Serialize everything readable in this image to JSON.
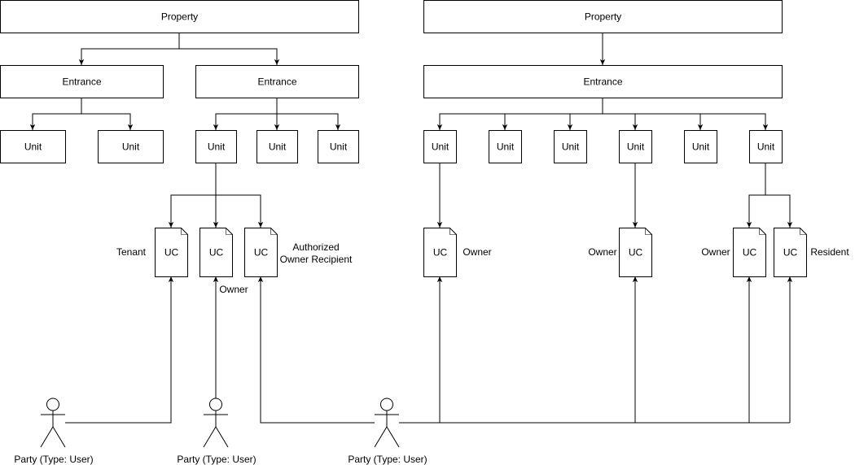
{
  "nodes": {
    "p1": "Property",
    "e1": "Entrance",
    "e2": "Entrance",
    "u1": "Unit",
    "u2": "Unit",
    "u3": "Unit",
    "u4": "Unit",
    "u5": "Unit",
    "p2": "Property",
    "e3": "Entrance",
    "u6": "Unit",
    "u7": "Unit",
    "u8": "Unit",
    "u9": "Unit",
    "u10": "Unit",
    "u11": "Unit",
    "uc1": "UC",
    "uc2": "UC",
    "uc3": "UC",
    "uc4": "UC",
    "uc5": "UC",
    "uc6": "UC",
    "uc7": "UC"
  },
  "role_labels": {
    "tenant": "Tenant",
    "owner_left": "Owner",
    "authorized_line1": "Authorized",
    "authorized_line2": "Owner Recipient",
    "owner_uc4": "Owner",
    "owner_uc5": "Owner",
    "owner_uc6": "Owner",
    "resident": "Resident"
  },
  "actors": {
    "a1": "Party (Type: User)",
    "a2": "Party (Type: User)",
    "a3": "Party (Type: User)"
  }
}
